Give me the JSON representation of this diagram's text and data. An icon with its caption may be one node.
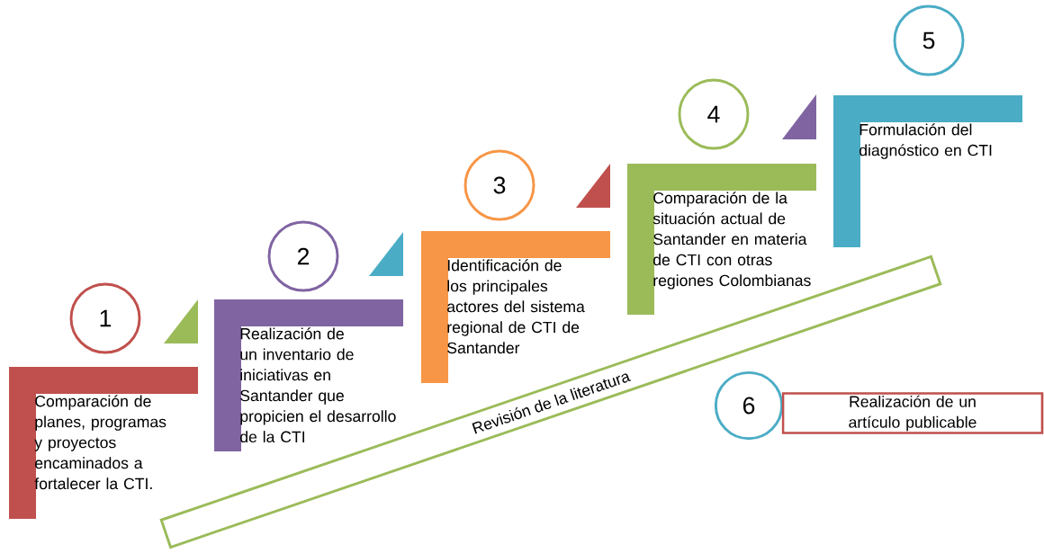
{
  "diagram": {
    "nodes": [
      {
        "text": [
          "1"
        ]
      },
      {
        "text": [
          "Comparación de planes, programas y proyectos encaminados a fortalecer la CTI."
        ]
      },
      {
        "text": [
          "2"
        ]
      },
      {
        "text": [
          "Realización de un inventario de iniciativas en Santander que propicien el desarrollo de la CTI"
        ]
      },
      {
        "text": [
          "3"
        ]
      },
      {
        "text": [
          "Identificación de los principales actores del sistema regional de CTI de Santander"
        ]
      },
      {
        "text": [
          "4"
        ]
      },
      {
        "text": [
          "Comparación de la situación actual de Santander en materia de CTI con otras regiones Colombianas"
        ]
      },
      {
        "text": [
          "5"
        ]
      },
      {
        "text": [
          "Formulación del diagnóstico en CTI"
        ]
      },
      {
        "text": [
          "Revisión de la literatura"
        ]
      },
      {
        "text": [
          "6"
        ]
      },
      {
        "text": [
          "Realización de un artículo publicable"
        ]
      }
    ],
    "edges": []
  }
}
